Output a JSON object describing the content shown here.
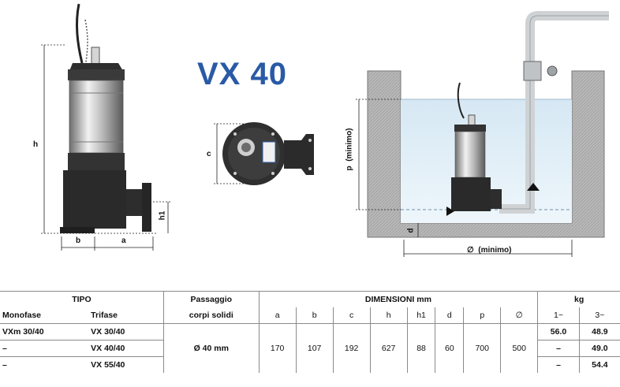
{
  "title": "VX 40",
  "dims_left": {
    "h": "h",
    "h1": "h1",
    "b": "b",
    "a": "a"
  },
  "dims_mid": {
    "c": "c"
  },
  "dims_right": {
    "p": "p  (minimo)",
    "d": "d",
    "diam": "∅  (minimo)"
  },
  "table": {
    "tipo": "TIPO",
    "mono": "Monofase",
    "tri": "Trifase",
    "passaggio1": "Passaggio",
    "passaggio2": "corpi solidi",
    "dimensioni": "DIMENSIONI mm",
    "kg": "kg",
    "cols": [
      "a",
      "b",
      "c",
      "h",
      "h1",
      "d",
      "p",
      "∅"
    ],
    "phase1": "1~",
    "phase3": "3~",
    "passage_value": "Ø 40 mm",
    "dims": [
      "170",
      "107",
      "192",
      "627",
      "88",
      "60",
      "700",
      "500"
    ],
    "rows": [
      {
        "mono": "VXm 30/40",
        "tri": "VX 30/40",
        "kg1": "56.0",
        "kg3": "48.9"
      },
      {
        "mono": "–",
        "tri": "VX 40/40",
        "kg1": "–",
        "kg3": "49.0"
      },
      {
        "mono": "–",
        "tri": "VX 55/40",
        "kg1": "–",
        "kg3": "54.4"
      }
    ]
  }
}
